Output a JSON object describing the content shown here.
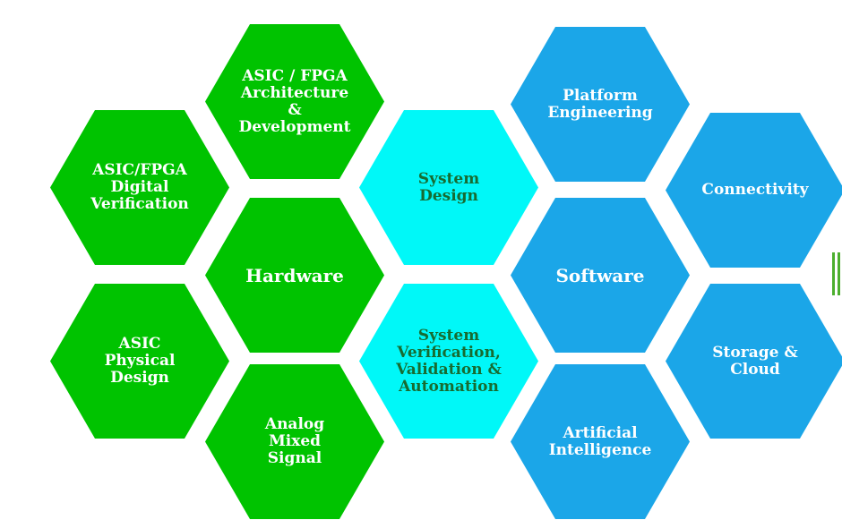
{
  "colors": {
    "green": "#00c300",
    "cyan": "#00f8f8",
    "blue": "#1ba6e8",
    "cyan_text": "#176c31",
    "accent": "#4caf2e"
  },
  "hexagons": {
    "asic_fpga_arch": "ASIC / FPGA\nArchitecture\n&\nDevelopment",
    "asic_fpga_verif": "ASIC/FPGA\nDigital\nVerification",
    "hardware": "Hardware",
    "asic_physical": "ASIC Physical\nDesign",
    "analog_mixed": "Analog Mixed\nSignal",
    "system_design": "System\nDesign",
    "system_verif": "System\nVerification,\nValidation &\nAutomation",
    "platform_eng": "Platform\nEngineering",
    "software": "Software",
    "artificial_intel": "Artificial\nIntelligence",
    "connectivity": "Connectivity",
    "storage_cloud": "Storage &\nCloud"
  }
}
